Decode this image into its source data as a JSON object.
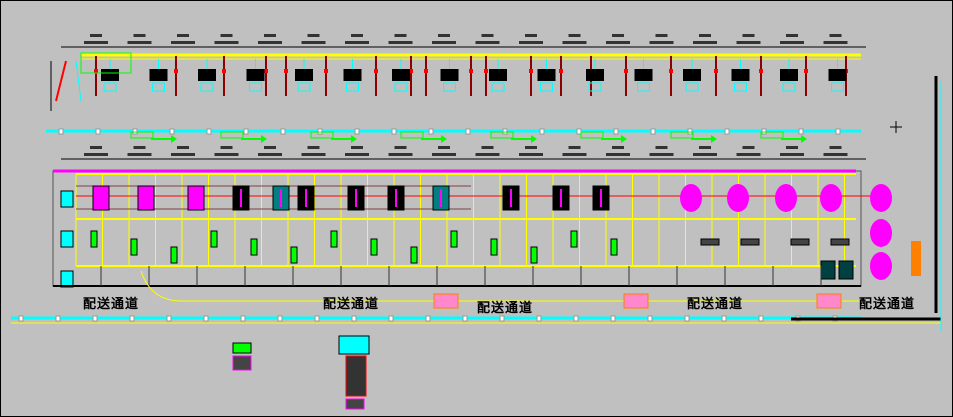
{
  "drawing": {
    "channel_labels": [
      "配送通道",
      "配送通道",
      "配送通道",
      "配送通道",
      "配送通道"
    ],
    "top_row_stations": 16,
    "middle_row_dark_machines": 12,
    "middle_row_magenta_machines": 7,
    "colors": {
      "background": "#c0c0c0",
      "rail": "#ffff00",
      "conveyor": "#00ffff",
      "post": "#ff0000",
      "highlight": "#ff00ff",
      "accent": "#00ff00",
      "machine": "#000000",
      "buffer": "#ff8000"
    }
  }
}
